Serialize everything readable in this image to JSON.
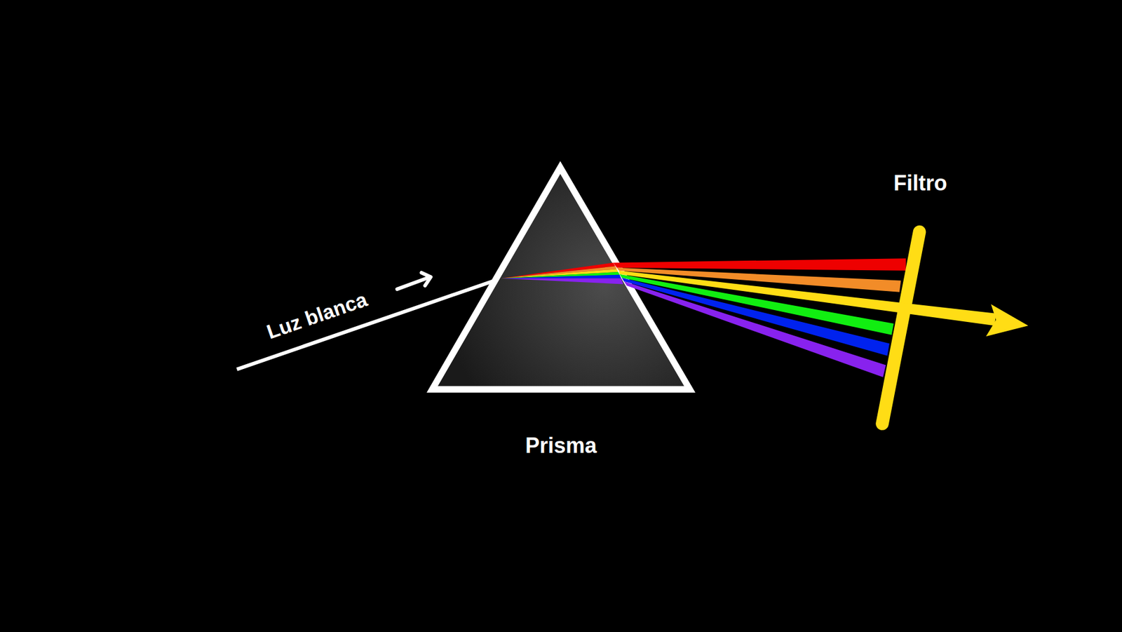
{
  "diagram": {
    "labels": [
      "Luz blanca",
      "Prisma",
      "Filtro"
    ]
  }
}
